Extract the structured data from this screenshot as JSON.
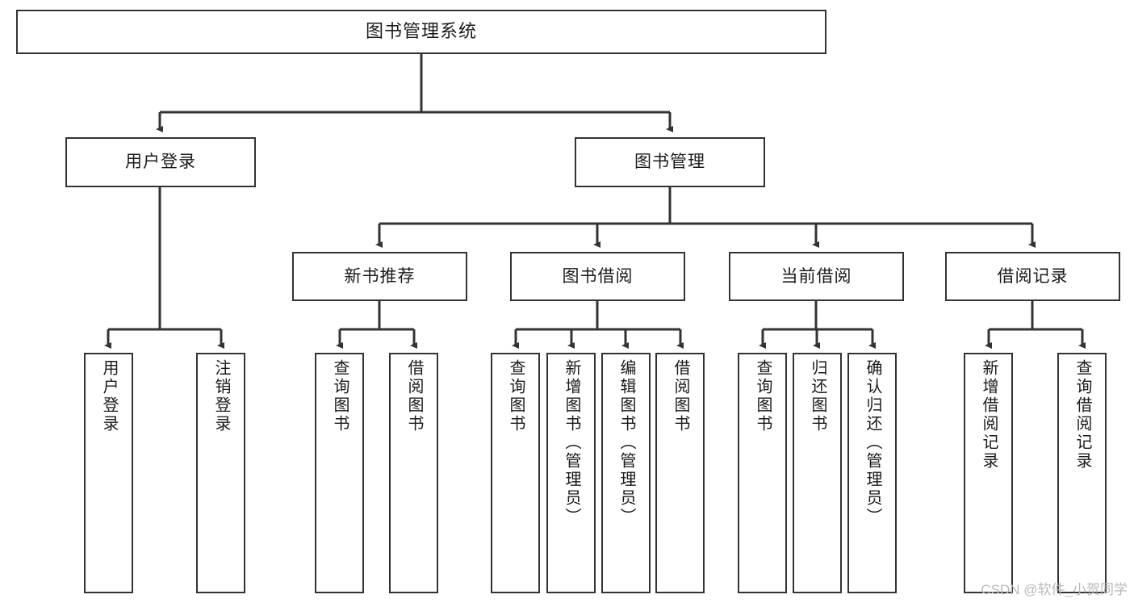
{
  "diagram": {
    "title": "图书管理系统",
    "watermark": "CSDN @软件_小贺同学",
    "line_color": "#333333",
    "box_fill": "#ffffff",
    "text_color": "#1a1a1a",
    "nodes": {
      "root": "图书管理系统",
      "user_login": "用户登录",
      "book_manage": "图书管理",
      "new_book_rec": "新书推荐",
      "book_borrow": "图书借阅",
      "current_borrow": "当前借阅",
      "borrow_record": "借阅记录",
      "leaf_user_login": "用户登录",
      "leaf_logout": "注销登录",
      "leaf_query_book_1": "查询图书",
      "leaf_borrow_book_1": "借阅图书",
      "leaf_query_book_2": "查询图书",
      "leaf_add_book_admin": "新增图书（管理员）",
      "leaf_edit_book_admin": "编辑图书（管理员）",
      "leaf_borrow_book_2": "借阅图书",
      "leaf_query_book_3": "查询图书",
      "leaf_return_book": "归还图书",
      "leaf_confirm_return_admin": "确认归还（管理员）",
      "leaf_add_borrow_record": "新增借阅记录",
      "leaf_query_borrow_record": "查询借阅记录"
    }
  }
}
